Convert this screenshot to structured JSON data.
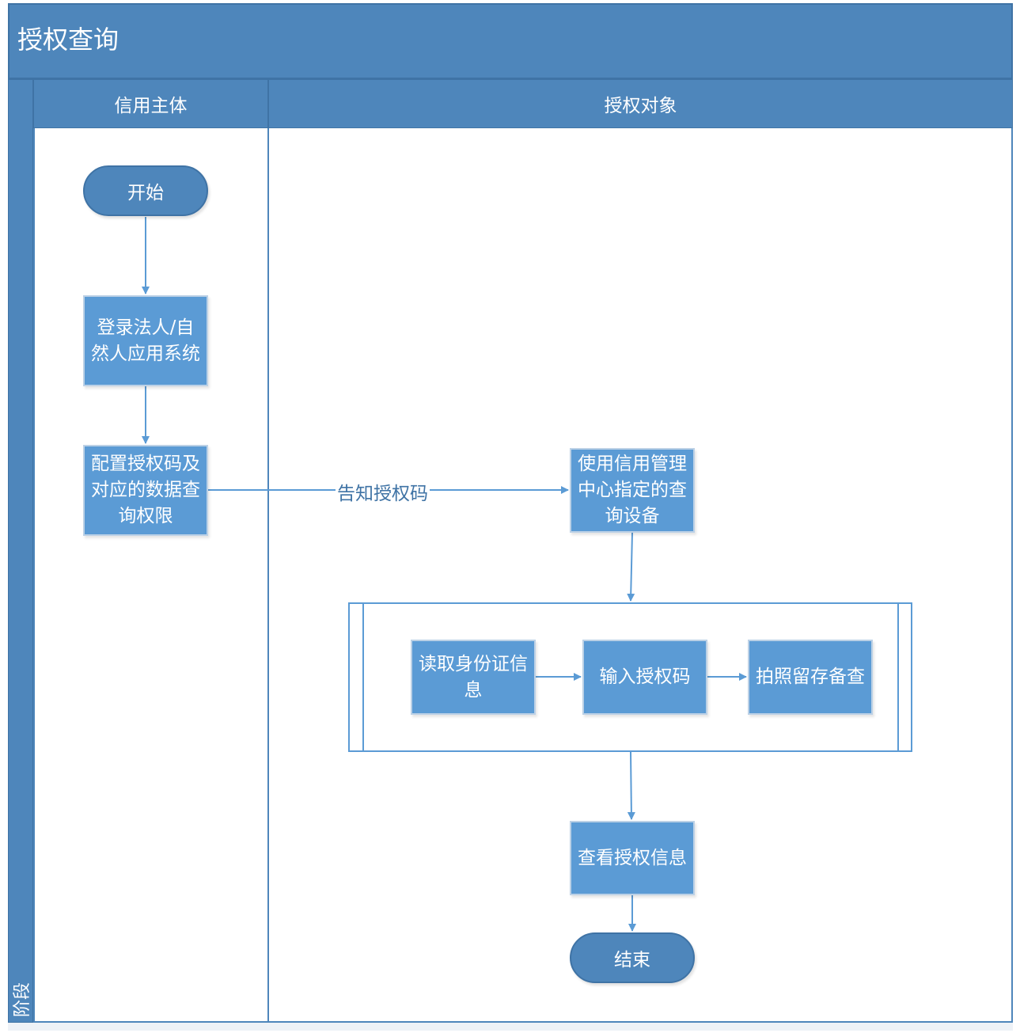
{
  "title": "授权查询",
  "stage_label": "阶段",
  "lanes": [
    {
      "label": "信用主体"
    },
    {
      "label": "授权对象"
    }
  ],
  "nodes": {
    "start": "开始",
    "login": "登录法人/自然人应用系统",
    "configure": "配置授权码及对应的数据查询权限",
    "use_device": "使用信用管理中心指定的查询设备",
    "read_id": "读取身份证信息",
    "enter_code": "输入授权码",
    "photo": "拍照留存备查",
    "view_auth": "查看授权信息",
    "end": "结束"
  },
  "edges": {
    "notify_label": "告知授权码"
  },
  "colors": {
    "header": "#4e86bb",
    "process": "#5b9bd5",
    "connector": "#5b9bd5",
    "border": "#3f73a5"
  }
}
